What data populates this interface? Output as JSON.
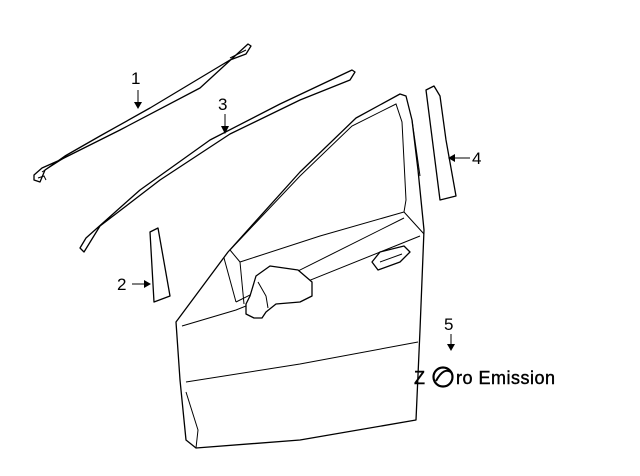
{
  "callouts": [
    {
      "id": "1",
      "label": "1"
    },
    {
      "id": "2",
      "label": "2"
    },
    {
      "id": "3",
      "label": "3"
    },
    {
      "id": "4",
      "label": "4"
    },
    {
      "id": "5",
      "label": "5"
    }
  ],
  "emblem": {
    "prefix": "Z",
    "suffix": "ro Emission"
  }
}
